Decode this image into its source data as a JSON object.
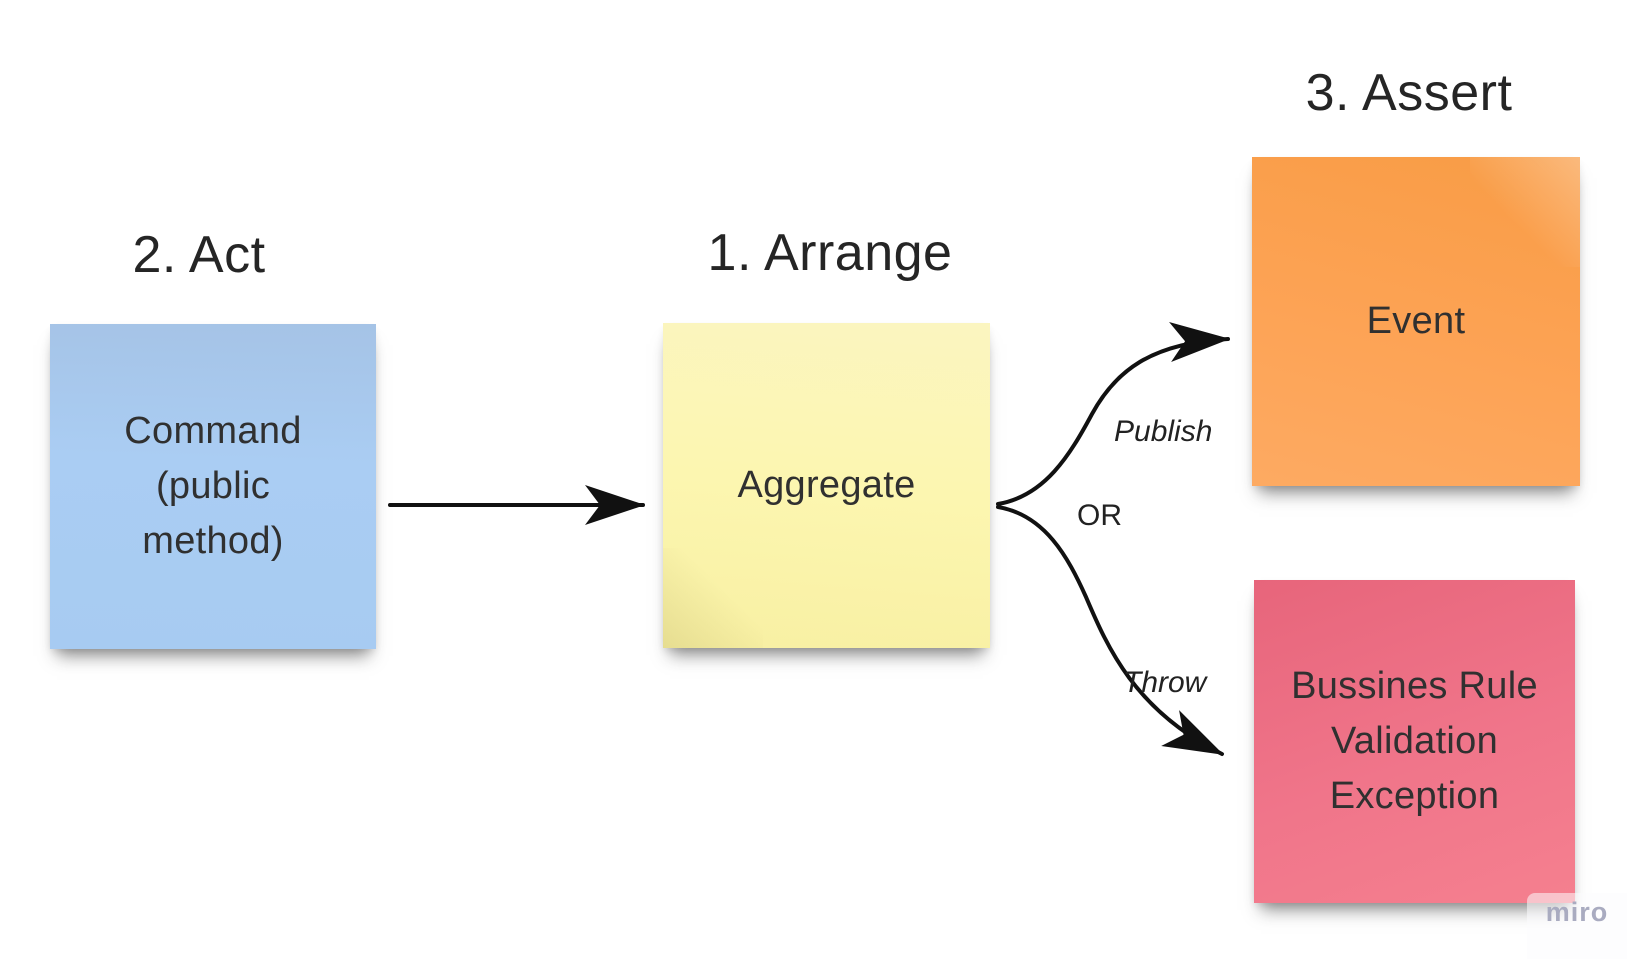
{
  "headings": {
    "act": "2. Act",
    "arrange": "1. Arrange",
    "assert": "3. Assert"
  },
  "notes": {
    "command": {
      "text": "Command\n(public\nmethod)",
      "color": "#aacdf3"
    },
    "aggregate": {
      "text": "Aggregate",
      "color": "#fcf6b0"
    },
    "event": {
      "text": "Event",
      "color": "#fda355"
    },
    "exception": {
      "text": "Bussines Rule\nValidation\nException",
      "color": "#f0758a"
    }
  },
  "arrow_labels": {
    "publish": "Publish",
    "or": "OR",
    "throw": "Throw"
  },
  "arrow_color": "#111111",
  "text_color": "#252525",
  "watermark": {
    "label": "miro"
  }
}
